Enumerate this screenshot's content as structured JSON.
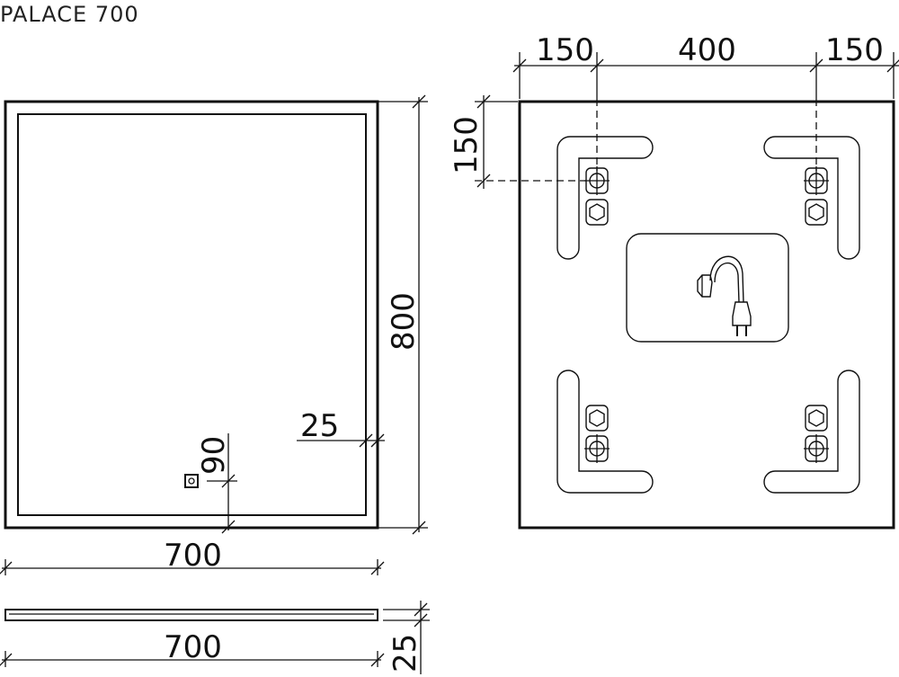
{
  "title": "PALACE 700",
  "front_view": {
    "width_label": "700",
    "height_label": "800",
    "side_offset_label": "25",
    "bottom_offset_label": "90",
    "switch_icon": "power-button-icon"
  },
  "side_view": {
    "width_label": "700",
    "depth_label": "25"
  },
  "back_view": {
    "left_margin_label": "150",
    "center_span_label": "400",
    "right_margin_label": "150",
    "top_offset_label": "150",
    "icons": [
      "mounting-bracket-icon",
      "hex-nut-icon",
      "power-cord-plug-icon"
    ]
  }
}
